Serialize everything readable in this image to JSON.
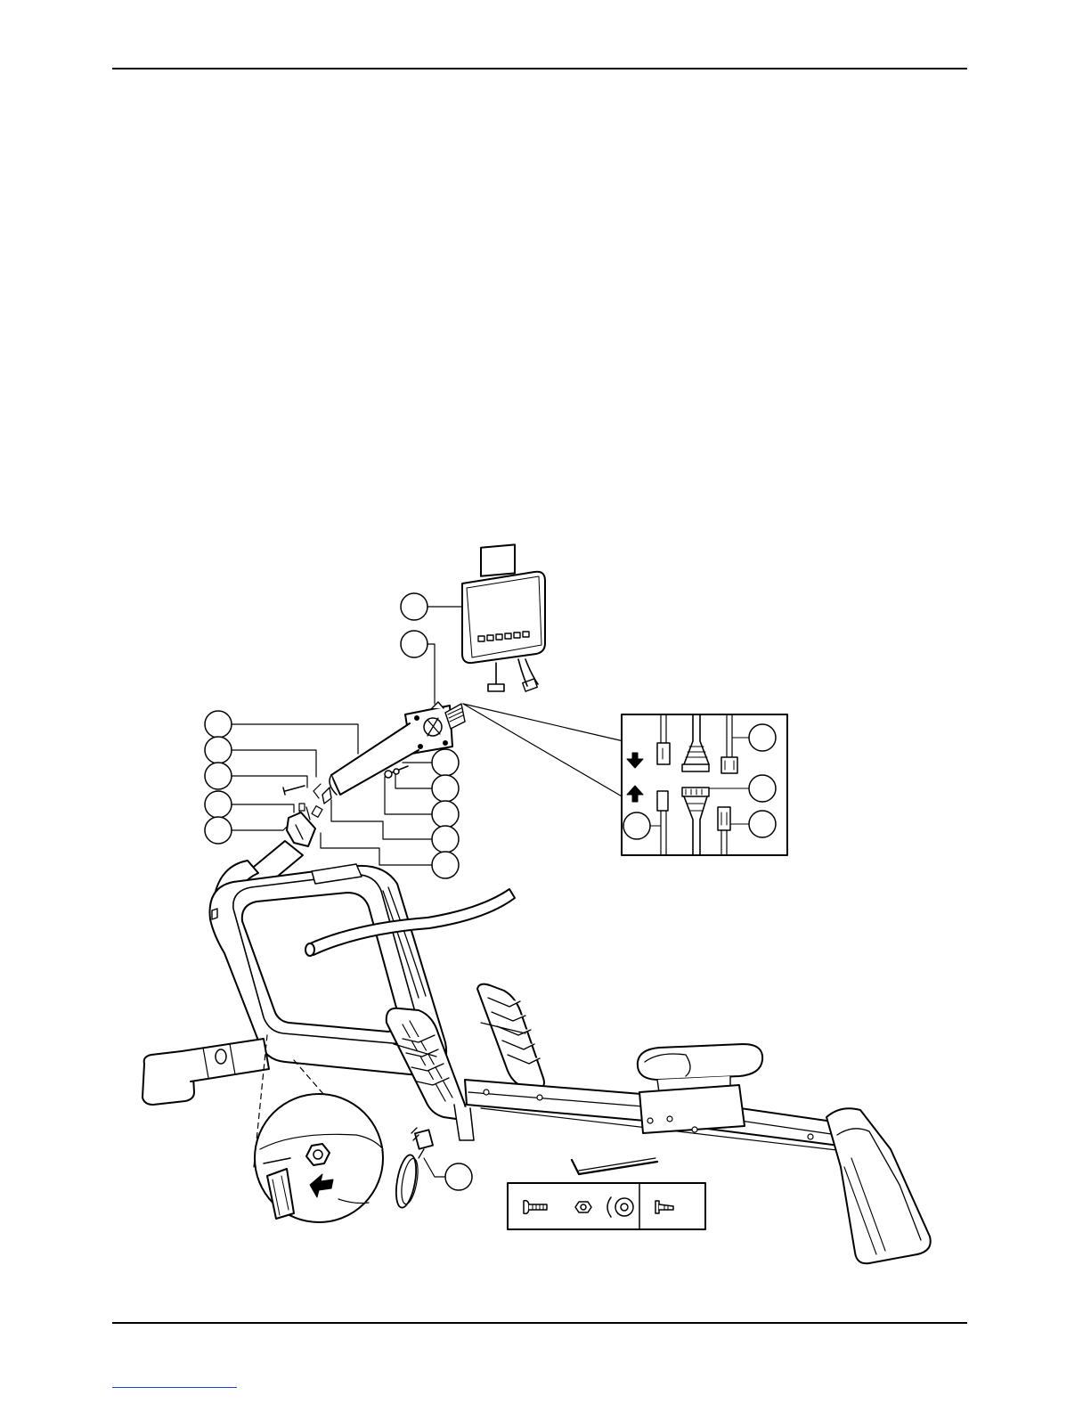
{
  "page": {
    "footer_link_text": ""
  },
  "diagram": {
    "callouts": [
      {
        "id": "console",
        "label": ""
      },
      {
        "id": "console-screw",
        "label": ""
      },
      {
        "id": "handlebar-post",
        "label": ""
      },
      {
        "id": "post-cable",
        "label": ""
      },
      {
        "id": "post-bolt",
        "label": ""
      },
      {
        "id": "bracket-bolt",
        "label": ""
      },
      {
        "id": "bracket",
        "label": ""
      },
      {
        "id": "side-washer",
        "label": ""
      },
      {
        "id": "side-nut",
        "label": ""
      },
      {
        "id": "side-screw",
        "label": ""
      },
      {
        "id": "upper-sensor",
        "label": ""
      },
      {
        "id": "lower-sensor",
        "label": ""
      },
      {
        "id": "adapter",
        "label": ""
      },
      {
        "id": "inset-wire-top",
        "label": ""
      },
      {
        "id": "inset-wire-mid",
        "label": ""
      },
      {
        "id": "inset-wire-left",
        "label": ""
      },
      {
        "id": "inset-wire-right",
        "label": ""
      }
    ],
    "console_buttons": [
      "",
      "",
      "",
      "",
      "",
      "",
      "",
      ""
    ]
  }
}
